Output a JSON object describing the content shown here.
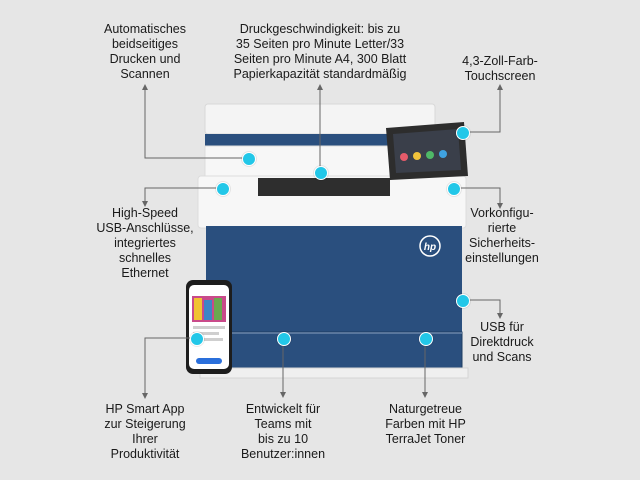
{
  "colors": {
    "accent": "#22c7e8",
    "printer_blue": "#2a4f7e",
    "printer_white": "#f2f2f2",
    "background": "#e6e6e6"
  },
  "icons": {
    "logo": "hp-logo"
  },
  "callouts": {
    "duplex": "Automatisches\nbeidseitiges\nDrucken und\nScannen",
    "speed": "Druckgeschwindigkeit: bis zu\n35 Seiten pro Minute Letter/33\nSeiten pro Minute A4, 300 Blatt\nPapierkapazität standardmäßig",
    "touchscreen": "4,3-Zoll-Farb-\nTouchscreen",
    "usb_fast": "High-Speed\nUSB-Anschlüsse,\nintegriertes\nschnelles\nEthernet",
    "security": "Vorkonfigu-\nrierte\nSicherheits-\neinstellungen",
    "usb_direct": "USB für\nDirektdruck\nund Scans",
    "smart_app": "HP Smart App\nzur Steigerung\nIhrer\nProduktivität",
    "teams": "Entwickelt für\nTeams mit\nbis zu 10\nBenutzer:innen",
    "toner": "Naturgetreue\nFarben mit HP\nTerraJet Toner"
  }
}
